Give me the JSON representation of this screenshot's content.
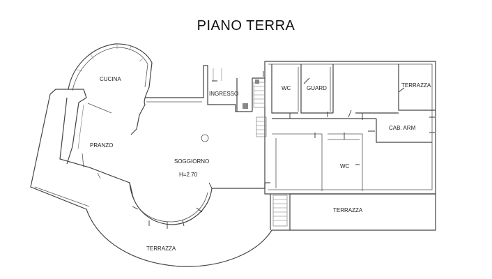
{
  "title": "PIANO TERRA",
  "rooms": {
    "cucina": "CUCINA",
    "pranzo": "PRANZO",
    "soggiorno": "SOGGIORNO",
    "height": "H=2.70",
    "ingresso": "INGRESSO",
    "wc_1": "WC",
    "guard": "GUARD",
    "terrazza_top": "TERRAZZA",
    "cab_arm": "CAB. ARM",
    "wc_2": "WC",
    "terrazza_right": "TERRAZZA",
    "terrazza_bottom": "TERRAZZA"
  }
}
